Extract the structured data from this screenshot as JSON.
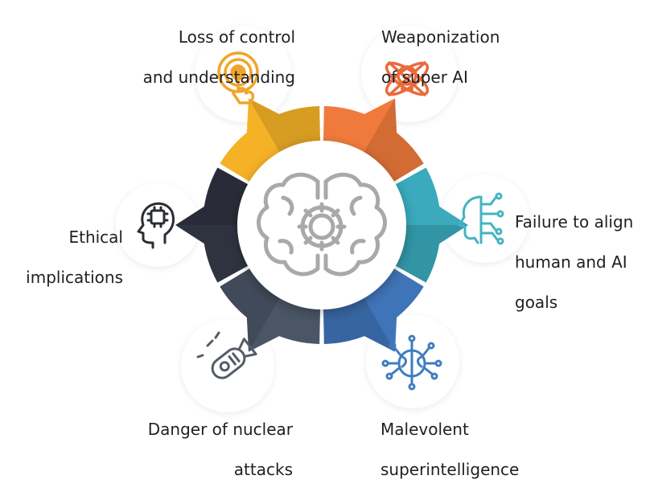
{
  "diagram": {
    "segments": [
      {
        "id": "loss",
        "label_lines": [
          "Loss of control",
          "and understanding"
        ],
        "color": "#f5b227",
        "icon": "touch-icon"
      },
      {
        "id": "weapon",
        "label_lines": [
          "Weaponization",
          "of super AI"
        ],
        "color": "#f07a3c",
        "icon": "atom-skull-icon"
      },
      {
        "id": "align",
        "label_lines": [
          "Failure to align",
          "human and AI",
          "goals"
        ],
        "color": "#3aaabc",
        "icon": "head-circuit-icon"
      },
      {
        "id": "malevolent",
        "label_lines": [
          "Malevolent",
          "superintelligence"
        ],
        "color": "#3f74b8",
        "icon": "brain-network-icon"
      },
      {
        "id": "nuclear",
        "label_lines": [
          "Danger of nuclear",
          "attacks"
        ],
        "color": "#4a5566",
        "icon": "bomb-icon"
      },
      {
        "id": "ethical",
        "label_lines": [
          "Ethical",
          "implications"
        ],
        "color": "#2f3340",
        "icon": "head-chip-icon"
      }
    ],
    "center_icon": "brain-gear-icon"
  }
}
